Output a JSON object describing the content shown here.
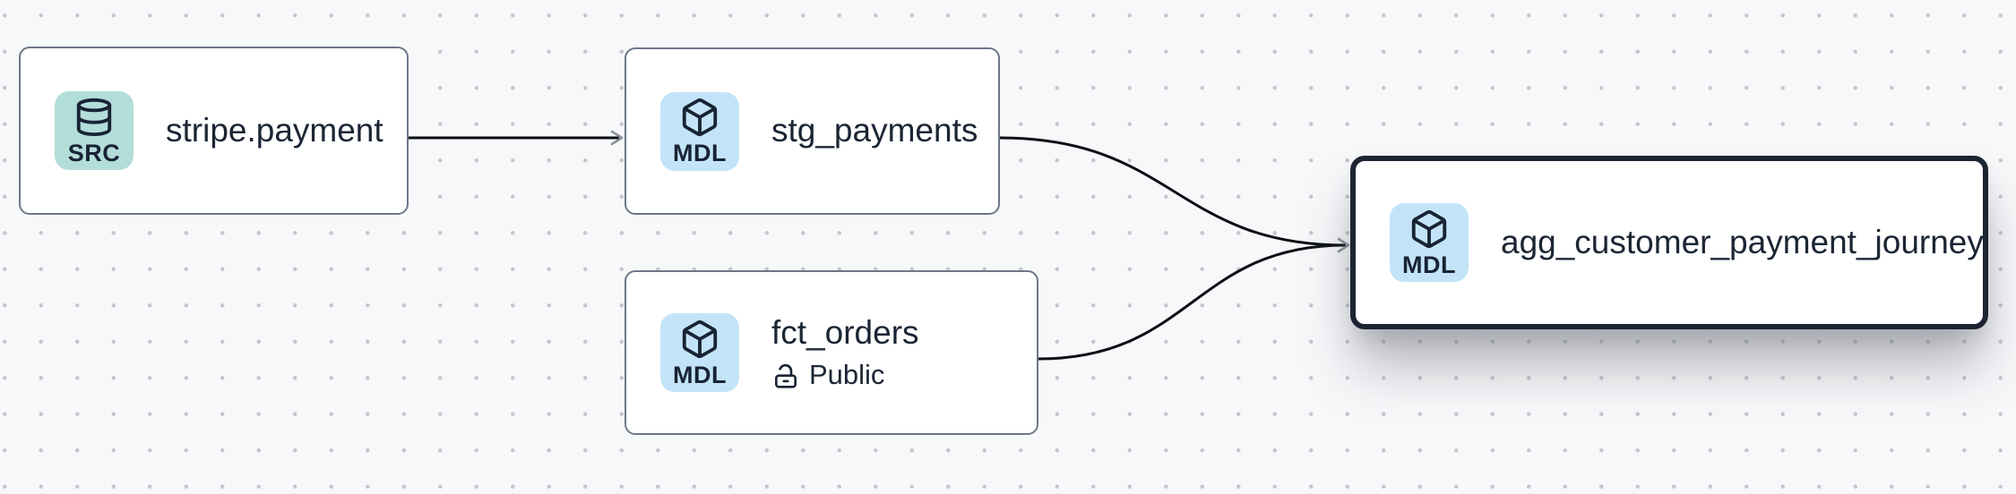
{
  "diagram": {
    "nodes": [
      {
        "title": "stripe.payment",
        "badge_label": "SRC",
        "kind": "source",
        "selected": false
      },
      {
        "title": "stg_payments",
        "badge_label": "MDL",
        "kind": "model",
        "selected": false
      },
      {
        "title": "fct_orders",
        "badge_label": "MDL",
        "kind": "model",
        "access_label": "Public",
        "selected": false
      },
      {
        "title": "agg_customer_payment_journey",
        "badge_label": "MDL",
        "kind": "model",
        "selected": true
      }
    ],
    "edges": [
      {
        "from": "stripe.payment",
        "to": "stg_payments"
      },
      {
        "from": "stg_payments",
        "to": "agg_customer_payment_journey"
      },
      {
        "from": "fct_orders",
        "to": "agg_customer_payment_journey"
      }
    ],
    "colors": {
      "background": "#f7f8fa",
      "grid_dot": "#c5c6cd",
      "node_background": "#ffffff",
      "node_border": "#6e7787",
      "selected_node_border": "#1c2433",
      "source_badge_background": "#b3ddd9",
      "model_badge_background": "#c3e4f8",
      "text": "#1b2534",
      "edge": "#0b0e13",
      "arrowhead": "#8b919d"
    }
  }
}
